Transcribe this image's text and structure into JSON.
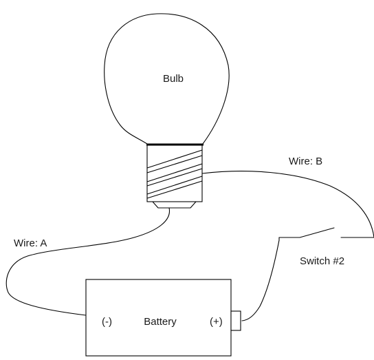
{
  "labels": {
    "bulb": "Bulb",
    "wire_a": "Wire: A",
    "wire_b": "Wire: B",
    "switch": "Switch #2",
    "battery": "Battery",
    "negative": "(-)",
    "positive": "(+)"
  },
  "colors": {
    "line": "#000000",
    "background": "#ffffff"
  }
}
